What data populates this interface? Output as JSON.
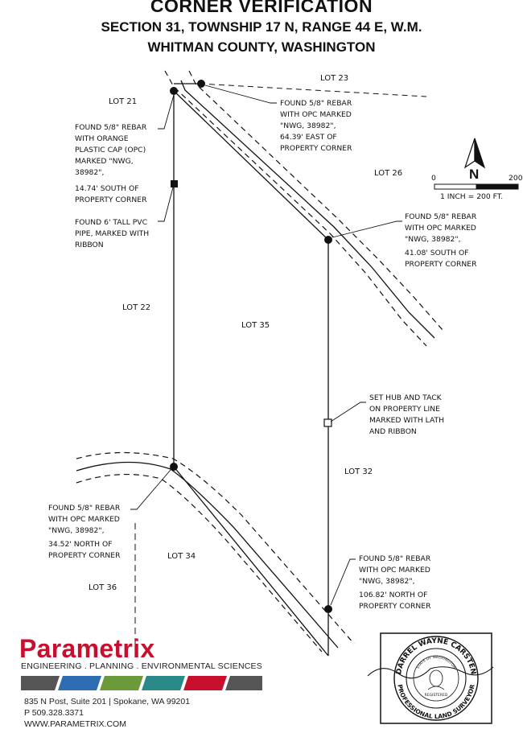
{
  "title": {
    "line1": "CORNER VERIFICATION",
    "line2": "SECTION 31, TOWNSHIP 17 N, RANGE 44 E, W.M.",
    "line3": "WHITMAN COUNTY, WASHINGTON"
  },
  "lots": {
    "lot21": "LOT 21",
    "lot23": "LOT 23",
    "lot26": "LOT 26",
    "lot22": "LOT 22",
    "lot35": "LOT 35",
    "lot32": "LOT 32",
    "lot34": "LOT 34",
    "lot36": "LOT 36"
  },
  "notes": {
    "nw_corner": [
      "FOUND 5/8\" REBAR",
      "WITH ORANGE",
      "PLASTIC CAP (OPC)",
      "MARKED \"NWG,",
      "38982\",",
      "14.74' SOUTH OF",
      "PROPERTY CORNER"
    ],
    "pvc_pipe": [
      "FOUND 6' TALL PVC",
      "PIPE, MARKED WITH",
      "RIBBON"
    ],
    "top_rebar": [
      "FOUND 5/8\" REBAR",
      "WITH OPC MARKED",
      "\"NWG, 38982\",",
      "64.39' EAST OF",
      "PROPERTY CORNER"
    ],
    "ne_corner": [
      "FOUND 5/8\" REBAR",
      "WITH OPC MARKED",
      "\"NWG, 38982\",",
      "41.08' SOUTH OF",
      "PROPERTY CORNER"
    ],
    "hub_tack": [
      "SET HUB AND TACK",
      "ON PROPERTY LINE",
      "MARKED WITH LATH",
      "AND RIBBON"
    ],
    "sw_corner": [
      "FOUND 5/8\" REBAR",
      "WITH OPC MARKED",
      "\"NWG, 38982\",",
      "34.52' NORTH OF",
      "PROPERTY CORNER"
    ],
    "se_corner": [
      "FOUND 5/8\" REBAR",
      "WITH OPC MARKED",
      "\"NWG, 38982\",",
      "106.82' NORTH OF",
      "PROPERTY CORNER"
    ]
  },
  "north_arrow": {
    "letter": "N",
    "scale_start": "0",
    "scale_end": "200",
    "scale_text": "1 INCH = 200 FT."
  },
  "company": {
    "name": "Parametrix",
    "tagline": "ENGINEERING . PLANNING . ENVIRONMENTAL SCIENCES",
    "address1": "835 N Post, Suite 201 | Spokane, WA 99201",
    "address2": "P 509.328.3371",
    "address3": "WWW.PARAMETRIX.COM",
    "brand_color": "#c8102e",
    "bar_colors": [
      "#555555",
      "#2f6db3",
      "#6a9a3a",
      "#2a8a8a",
      "#c8102e",
      "#555555"
    ]
  },
  "seal": {
    "name": "DARREL WAYNE CARSTEN",
    "state": "STATE OF WASHINGTON",
    "registered": "REGISTERED",
    "title": "PROFESSIONAL LAND SURVEYOR"
  }
}
